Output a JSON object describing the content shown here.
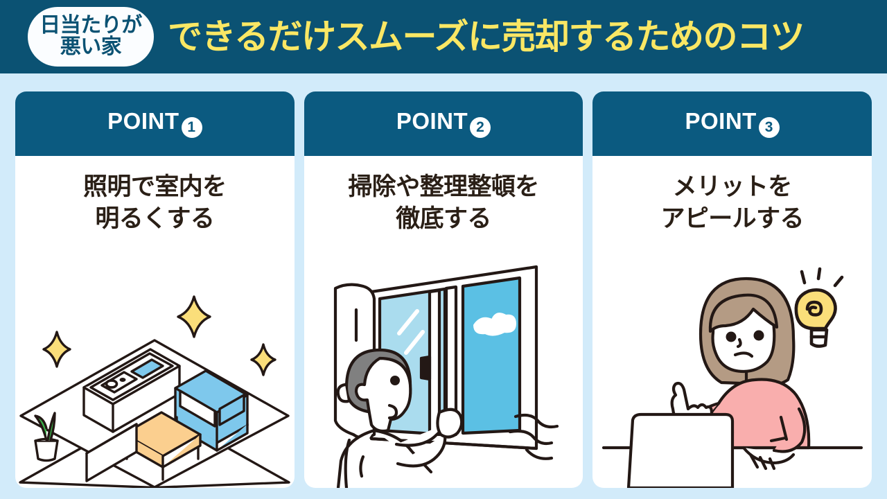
{
  "header": {
    "badge_line1": "日当たりが",
    "badge_line2": "悪い家",
    "title": "できるだけスムーズに売却するためのコツ",
    "bar_color": "#0b5273",
    "title_color": "#fae764",
    "badge_bg": "#fbfdff",
    "badge_text_color": "#0b5273"
  },
  "page": {
    "background_color": "#d2ebfa",
    "card_background": "#ffffff",
    "card_head_color": "#0b5a80",
    "card_title_color": "#2a1f16"
  },
  "cards": [
    {
      "point_label": "POINT",
      "point_number": "1",
      "title_line1": "照明で室内を",
      "title_line2": "明るくする",
      "illustration": "isometric-living-room",
      "illustration_colors": {
        "sofa": "#7ec8ec",
        "table": "#fbcf8f",
        "sparkle": "#fade7a",
        "plant": "#39b54a",
        "outline": "#231815"
      }
    },
    {
      "point_label": "POINT",
      "point_number": "2",
      "title_line1": "掃除や整理整頓を",
      "title_line2": "徹底する",
      "illustration": "person-opening-window",
      "illustration_colors": {
        "sky": "#5bc0e4",
        "glass": "#aadcee",
        "hair": "#808080",
        "outline": "#231815"
      }
    },
    {
      "point_label": "POINT",
      "point_number": "3",
      "title_line1": "メリットを",
      "title_line2": "アピールする",
      "illustration": "woman-with-laptop-idea",
      "illustration_colors": {
        "shirt": "#f9aead",
        "hair": "#b49b84",
        "bulb": "#fade7a",
        "outline": "#231815"
      }
    }
  ]
}
